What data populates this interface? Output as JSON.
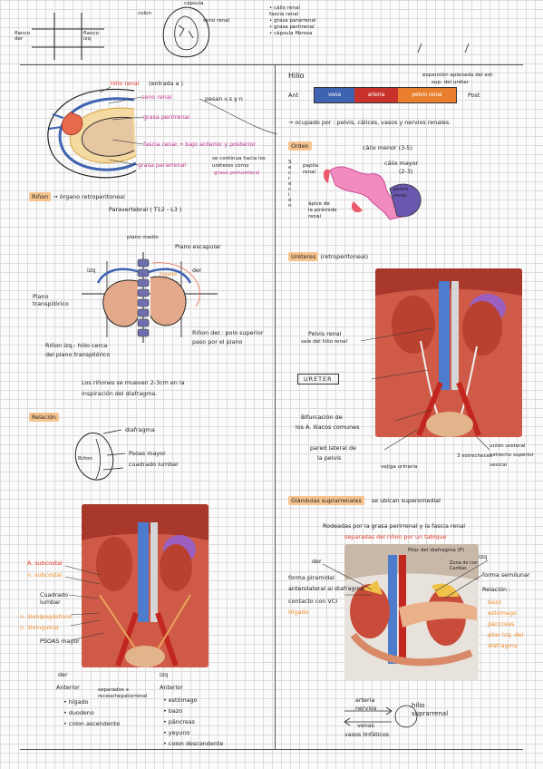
{
  "colors": {
    "pink": "#c2348e",
    "red": "#e23b2b",
    "orange": "#f08c2a",
    "tag": "#f6c48f",
    "vein": "#3f63b0",
    "artery": "#c8322a",
    "pelvis": "#e97f2c"
  },
  "top": {
    "flanco_der": "flanco\nder",
    "flanco_izq": "flanco\nizq",
    "colon": "colon",
    "capsula": "cápsula",
    "seno_renal": "seno renal",
    "notes": [
      "• cálix renal",
      "  fascia renal",
      "• grasa pararrenal",
      "• grasa perirrenal",
      "• cápsula fibrosa"
    ]
  },
  "left": {
    "hilio_renal": "hilio renal",
    "hilio_renal_sub": "(entrada a )",
    "seno_renal": "seno renal",
    "pasan": "pasan v.s y n",
    "grasa_perirrenal": "grasa perirrenal",
    "fascia_renal": "fascia renal → bajo anterior y posterior",
    "grasa_pararrenal": "grasa pararrenal",
    "uretero_note1": "se continua hacia los",
    "uretero_note2": "uréteres como",
    "uretero_note3": "grasa periureteral",
    "rinon_tag": "Riñon",
    "rinon_text": "→ órgano retroperitoneal",
    "paravertebral": "Paravertebral  ( T12 - L3 )",
    "plano_medio": "plano medio",
    "plano_escapular": "Plano escapular",
    "izq": "izq",
    "der": "der",
    "higado": "hígado",
    "plano_transpilorico": "Plano\ntranspilórico",
    "rinon_izq1": "Riñon izq.: hilio cerca",
    "rinon_izq2": "del plano transpilórico",
    "rinon_der1": "Riñon der.: polo superior",
    "rinon_der2": "paso por el plano",
    "mueven1": "Los riñones se mueven 2-3cm en la",
    "mueven2": "inspiración del diafragma.",
    "relacion_tag": "Relación",
    "diafragma": "diafragma",
    "psoas_mayor": "Psoas mayor",
    "cuadrado_lumbar": "cuadrado lumbar",
    "rinon_small": "Riñon",
    "a_subcostal": "A. subcostal",
    "n_subcostal": "n. subcostal",
    "cuadrado_lumbar2": "Cuadrado\nlumbar",
    "n_iliohipogastrico": "n. iliohipogástrico",
    "n_ilioinguinal": "n. ilioinguinal",
    "psoas_mayor2": "PSOAS mayor",
    "der_col": "der",
    "izq_col": "izq",
    "anterior_der": "Anterior",
    "anterior_izq": "Anterior",
    "separados": "separados x\nrecesohepatorrenal",
    "der_items": [
      "• hígado",
      "• duodeno",
      "• colon ascendente"
    ],
    "izq_items": [
      "• estómago",
      "• bazo",
      "• páncreas",
      "• yeyuno",
      "• colon descendente"
    ]
  },
  "right": {
    "hilio": "Hilio",
    "expansion1": "expansión aplanada del ext.",
    "expansion2": "sup. del uréter",
    "ant": "Ant",
    "post": "Post",
    "vena": "vena",
    "arteria": "arteria",
    "pelvis_renal": "pelvis renal",
    "ocupado": "→ ocupado por : pelvis, cálices, vasos y nervios renales.",
    "orden_tag": "Orden",
    "calix_menor": "cálix menor  (3-5)",
    "calix_mayor": "cálix mayor",
    "calix_mayor_n": "(2-3)",
    "papila_renal": "papila\nrenal",
    "pelvis_renal2": "pelvis\nrenal",
    "apice": "ápice de\nla pirámide\nrenal",
    "secrecion": "S\ne\nc\nr\ne\nc\ni\nó\nn",
    "ureteres_tag": "Uréteres",
    "ureteres_sub": "(retroperitoneal)",
    "pelvis_renal3": "Pelvis renal",
    "sale_hilio": "sale del hilio renal",
    "ureter_box": "URETER",
    "bifurcacion1": "Bifurcación de",
    "bifurcacion2": "los A. iliacos comunes",
    "pared_lateral1": "pared lateral de",
    "pared_lateral2": "la pelvis",
    "vejiga": "vejiga urinaria",
    "estrechez": "3 estrecheces",
    "union_ur": "unión ureteral",
    "estrecho_sup": "estrecho superior",
    "vesical": "vesical",
    "glandulas_tag": "Glándulas suprarrenales",
    "glandulas_sub": "se ubican superomedial",
    "rodeadas": "Rodeadas por la grasa perirrenal y la fascia renal",
    "separadas": "separadas del riñon por un tabique",
    "der": "der",
    "izq": "izq",
    "pilar": "Pilar del diafragma (P)",
    "forma_piramidal": "forma piramidal",
    "anterolateral": "anterolateral al diafragma",
    "contacto_vci": "contacto con VCI",
    "higado": "Hígado",
    "forma_semilunar": "forma semilunar",
    "relacion": "Relación :",
    "rel_items": [
      "bazo",
      "estómago",
      "páncreas",
      "pilar izq. del",
      "diafragma"
    ],
    "zona_cardias": "Zona de con\nCardias",
    "arteria_n": "arteria",
    "nervios": "nervios",
    "venas": "venas",
    "vasos_linfaticos": "vasos linfáticos",
    "hilio_supra": "hilio\nsuprarrenal"
  }
}
